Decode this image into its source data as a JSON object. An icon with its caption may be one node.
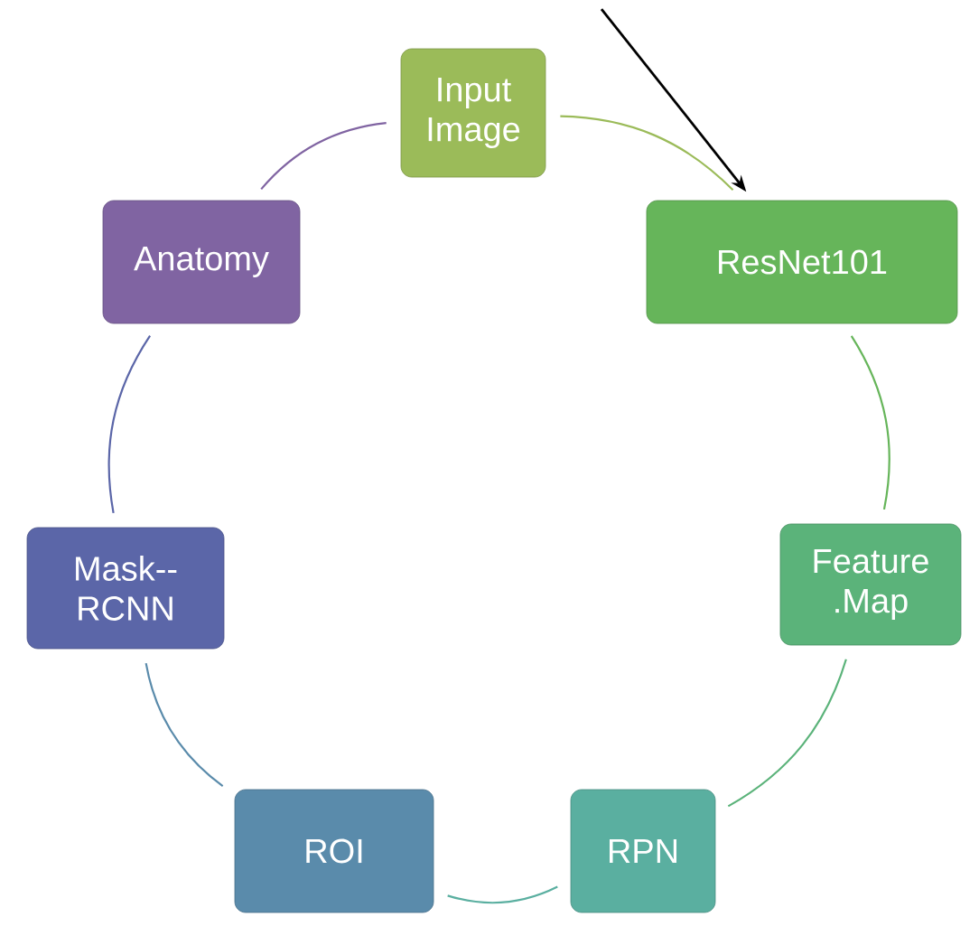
{
  "diagram": {
    "nodes": [
      {
        "text": [
          "Input Image"
        ]
      },
      {
        "text": [
          "ResNet101"
        ]
      },
      {
        "text": [
          "Feature .Map"
        ]
      },
      {
        "text": [
          "RPN"
        ]
      },
      {
        "text": [
          "ROI"
        ]
      },
      {
        "text": [
          "Mask-- RCNN"
        ]
      },
      {
        "text": [
          "Anatomy"
        ]
      }
    ],
    "edges": [
      {
        "from": 0,
        "to": 1,
        "arrow": "none",
        "color": "#9bbb59"
      },
      {
        "from": 1,
        "to": 2,
        "arrow": "none",
        "color": "#66b55a"
      },
      {
        "from": 2,
        "to": 3,
        "arrow": "none",
        "color": "#5bb37a"
      },
      {
        "from": 3,
        "to": 4,
        "arrow": "none",
        "color": "#5aafa0"
      },
      {
        "from": 4,
        "to": 5,
        "arrow": "none",
        "color": "#5a8bab"
      },
      {
        "from": 5,
        "to": 6,
        "arrow": "none",
        "color": "#5b66a8"
      },
      {
        "from": 6,
        "to": 0,
        "arrow": "none",
        "color": "#8064a2"
      },
      {
        "from": null,
        "to": 1,
        "arrow": "to",
        "color": "#000000"
      }
    ]
  }
}
